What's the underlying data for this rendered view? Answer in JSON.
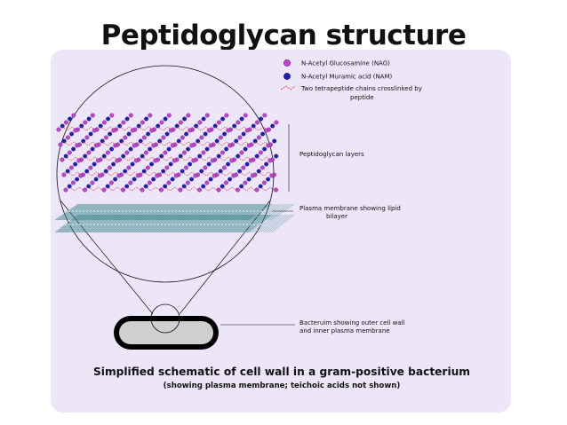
{
  "title": "Peptidoglycan structure",
  "legend": {
    "items": [
      {
        "label": "N-Acetyl Glucosamine (NAG)",
        "color": "#c93fd6",
        "icon": "magenta-dot-icon"
      },
      {
        "label": "N-Acetyl Muramic acid (NAM)",
        "color": "#1e1ec0",
        "icon": "blue-dot-icon"
      },
      {
        "label_line1": "Two tetrapeptide chains crosslinked by",
        "label_line2": "peptide",
        "color": "#d9282a",
        "icon": "dashed-red-line-icon"
      }
    ]
  },
  "labels": {
    "layers": "Peptidoglycan layers",
    "membrane_line1": "Plasma membrane showing lipid",
    "membrane_line2": "bilayer",
    "bacterium_line1": "Bacteruim showing outer cell wall",
    "bacterium_line2": "and inner plasma membrane"
  },
  "caption": {
    "main": "Simplified schematic of cell wall in a gram-positive bacterium",
    "sub": "(showing plasma membrane; teichoic acids not shown)"
  },
  "colors": {
    "panel_bg": "#ece6f8",
    "nag": "#c93fd6",
    "nam": "#1e1ec0",
    "crosslink": "#d9282a",
    "membrane": "#2e7f84",
    "cell_fill": "#cfcfcf"
  }
}
